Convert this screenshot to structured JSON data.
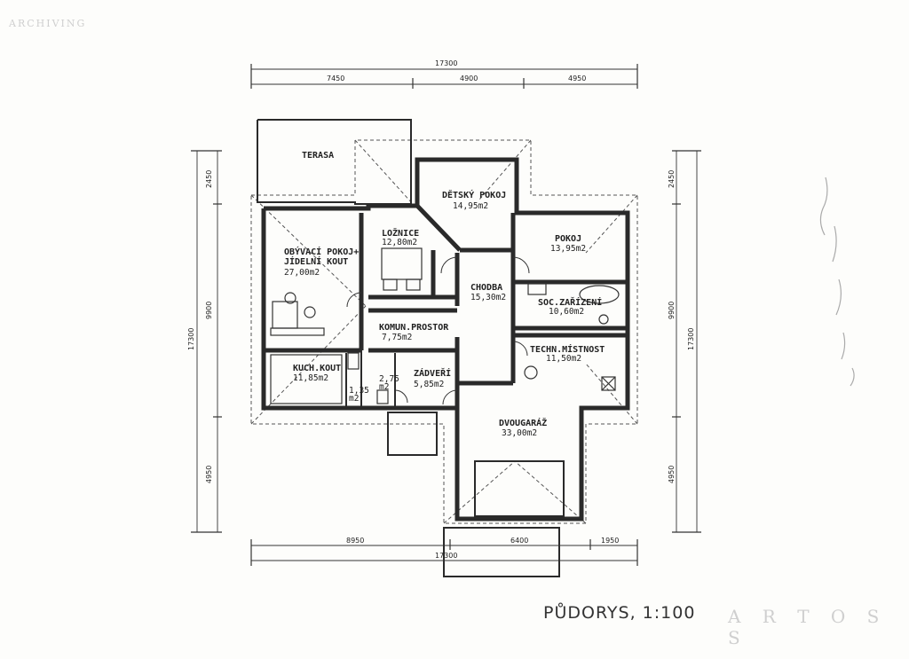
{
  "title": "PŮDORYS, 1:100",
  "watermark": "A R T O S S",
  "watermark_top": "ARCHIVING",
  "rooms": {
    "terasa": {
      "name": "TERASA",
      "area": ""
    },
    "detsky_pokoj": {
      "name": "DĚTSKÝ POKOJ",
      "area": "14,95m2"
    },
    "loznice": {
      "name": "LOŽNICE",
      "area": "12,80m2"
    },
    "pokoj": {
      "name": "POKOJ",
      "area": "13,95m2"
    },
    "obyvaci": {
      "name1": "OBÝVACÍ POKOJ+",
      "name2": "JÍDELNÍ KOUT",
      "area": "27,00m2"
    },
    "chodba": {
      "name": "CHODBA",
      "area": "15,30m2"
    },
    "soc_zarizeni": {
      "name": "SOC.ZAŘÍZENÍ",
      "area": "10,60m2"
    },
    "komun_prostor": {
      "name": "KOMUN.PROSTOR",
      "area": "7,75m2"
    },
    "techn_mistnost": {
      "name": "TECHN.MÍSTNOST",
      "area": "11,50m2"
    },
    "kuch_kout": {
      "name": "KUCH.KOUT",
      "area": "11,85m2"
    },
    "wc_small": {
      "area1": "1,35",
      "area2": "m2"
    },
    "wc2": {
      "area1": "2,75",
      "area2": "m2"
    },
    "zadveri": {
      "name": "ZÁDVEŘÍ",
      "area": "5,85m2"
    },
    "garaz": {
      "name": "DVOUGARÁŽ",
      "area": "33,00m2"
    }
  },
  "dimensions": {
    "top_total": "17300",
    "top_a": "7450",
    "top_b": "4900",
    "top_c": "4950",
    "bottom_total": "17300",
    "bottom_a": "8950",
    "bottom_b": "6400",
    "bottom_c": "1950",
    "left_a": "2450",
    "left_b": "9900",
    "left_total": "17300",
    "left_c": "4950",
    "right_a": "2450",
    "right_b": "9900",
    "right_total": "17300",
    "right_c": "4950"
  }
}
